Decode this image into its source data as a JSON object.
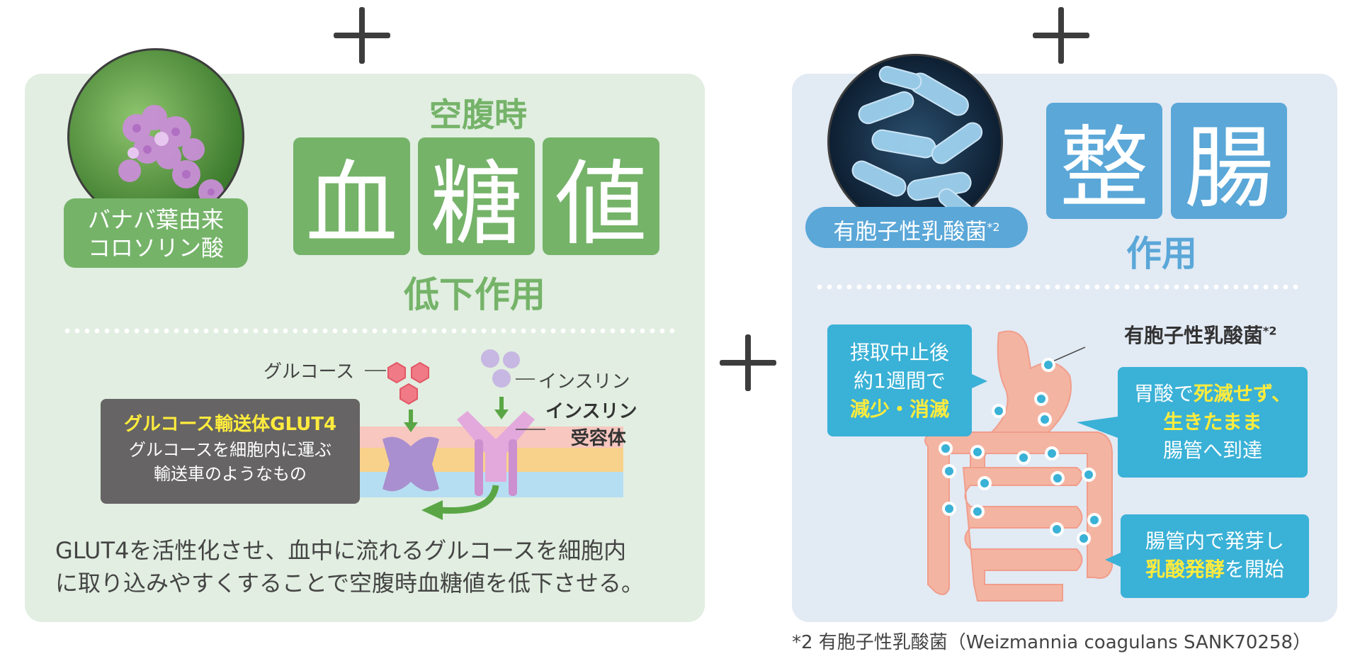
{
  "left": {
    "ingredient_label_line1": "バナバ葉由来",
    "ingredient_label_line2": "コロソリン酸",
    "subtitle_top": "空腹時",
    "kanji": [
      "血",
      "糖",
      "値"
    ],
    "subtitle_bottom": "低下作用",
    "diagram": {
      "glucose_label": "グルコース",
      "insulin_label": "インスリン",
      "receptor_label_line1": "インスリン",
      "receptor_label_line2": "受容体",
      "glut4_title": "グルコース輸送体GLUT4",
      "glut4_desc_line1": "グルコースを細胞内に運ぶ",
      "glut4_desc_line2": "輸送車のようなもの"
    },
    "description_line1": "GLUT4を活性化させ、血中に流れるグルコースを細胞内",
    "description_line2": "に取り込みやすくすることで空腹時血糖値を低下させる。"
  },
  "right": {
    "ingredient_label": "有胞子性乳酸菌",
    "ingredient_sup": "*2",
    "kanji": [
      "整",
      "腸"
    ],
    "subtitle_bottom": "作用",
    "diagram": {
      "bacteria_label": "有胞子性乳酸菌",
      "bacteria_sup": "*2",
      "callout1_line1": "摂取中止後",
      "callout1_line2": "約1週間で",
      "callout1_highlight": "減少・消滅",
      "callout2_line1_pre": "胃酸で",
      "callout2_line1_hl": "死滅せず、",
      "callout2_line2_hl": "生きたまま",
      "callout2_line3": "腸管へ到達",
      "callout3_line1": "腸管内で発芽し",
      "callout3_line2_hl": "乳酸発酵",
      "callout3_line2_post": "を開始"
    }
  },
  "footnote": "*2 有胞子性乳酸菌（Weizmannia coagulans SANK70258）",
  "colors": {
    "green_panel": "#e1eee1",
    "green_accent": "#75b369",
    "blue_panel": "#e2eaf4",
    "blue_accent": "#5aa7d8",
    "callout_blue": "#3ab1d6",
    "highlight_yellow": "#ffec3d"
  },
  "icons": [
    "plus-icon",
    "plus-icon",
    "plus-icon",
    "flower-photo",
    "bacteria-photo"
  ]
}
